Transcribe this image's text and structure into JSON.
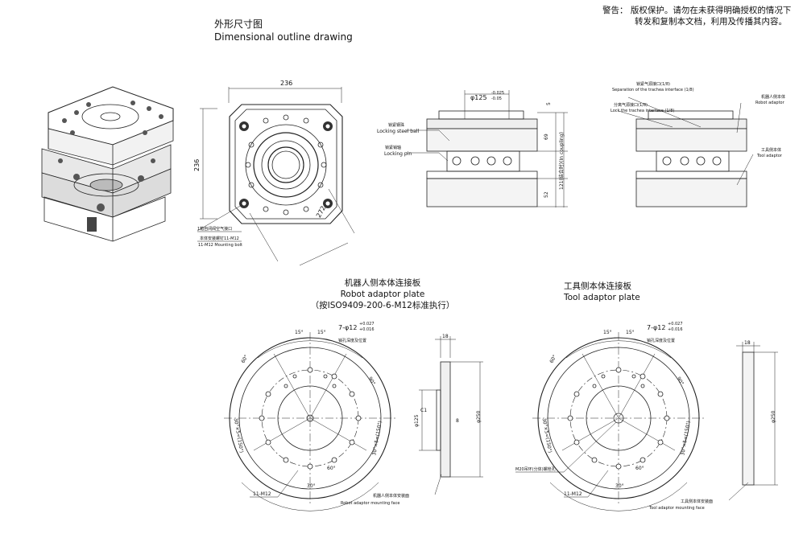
{
  "warning": {
    "label": "警告：",
    "line1": "版权保护。请勿在未获得明确授权的情况下",
    "line2": "转发和复制本文档，利用及传播其内容。"
  },
  "header": {
    "title_cn": "外形尺寸图",
    "title_en": "Dimensional outline drawing"
  },
  "top_view": {
    "width_dim": "236",
    "height_dim": "236",
    "diag_dim": "272",
    "note_air": "1箱自闭阀空气接口",
    "note_bolt_cn": "本体安装螺钉11-M12",
    "note_bolt_en": "11-M12 Mounting bolt"
  },
  "section_view": {
    "dia_dim": "φ125",
    "tol_upper": "-0.025",
    "tol_lower": "-0.05",
    "dim_5": "5",
    "dim_69": "69",
    "dim_52": "52",
    "dim_121": "121(结合时)(In coupling)",
    "ball_cn": "锁紧钢珠",
    "ball_en": "Locking steel ball",
    "pin_cn": "锁紧销轴",
    "pin_en": "Locking pin"
  },
  "side_view": {
    "sep_cn": "锁紧气源接口(1/8)",
    "sep_en": "Separation of the trachea interface (1/8)",
    "lock_cn": "分离气源接口(1/8)",
    "lock_en": "Lock the trachea interface (1/8)",
    "robot_cn": "机器人侧本体",
    "robot_en": "Robot adaptor",
    "tool_cn": "工具侧本体",
    "tool_en": "Tool adaptor"
  },
  "robot_plate": {
    "title_cn": "机器人侧本体连接板",
    "title_en": "Robot adaptor plate",
    "title_std": "（按ISO9409-200-6-M12标准执行）",
    "hole_note": "7-φ12",
    "hole_tol_upper": "+0.027",
    "hole_tol_lower": "+0.016",
    "hole_sub": "销孔深度及位置",
    "angle_15a": "15°",
    "angle_15b": "15°",
    "angle_60a": "60°",
    "angle_90": "90°",
    "angle_60b": "60°",
    "angle_30": "30°",
    "angle_30x5_left": "30°×5=(150°)",
    "angle_30x5_right": "30°×5=(150°)",
    "bolt_note": "11-M12",
    "face_cn": "机器人侧本体安装面",
    "face_en": "Robot adaptor mounting face",
    "dim_18": "18",
    "dim_c1": "C1",
    "dim_125": "φ125",
    "dim_8": "8",
    "dim_250": "φ250"
  },
  "tool_plate": {
    "title_cn": "工具侧本体连接板",
    "title_en": "Tool adaptor plate",
    "hole_note": "7-φ12",
    "hole_tol_upper": "+0.027",
    "hole_tol_lower": "+0.016",
    "hole_sub": "销孔深度及位置",
    "angle_15a": "15°",
    "angle_15b": "15°",
    "angle_60a": "60°",
    "angle_90": "90°",
    "angle_60b": "60°",
    "angle_30": "30°",
    "angle_30x5_left": "30°×5=(150°)",
    "angle_30x5_right": "30°×5=(150°)",
    "m20_note": "M20吊环(分体)螺栓孔",
    "bolt_note": "11-M12",
    "face_cn": "工具侧本体安装面",
    "face_en": "Tool adaptor mounting face",
    "dim_18": "18",
    "dim_250": "φ250"
  }
}
